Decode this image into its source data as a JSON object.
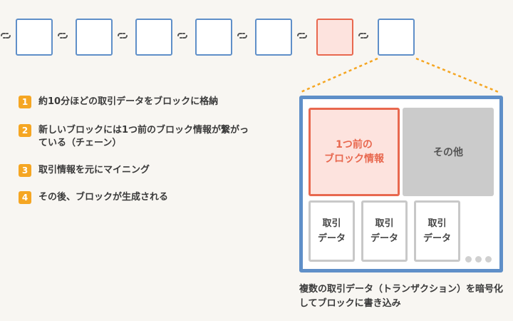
{
  "steps": [
    {
      "num": "1",
      "text": "約10分ほどの取引データをブロックに格納"
    },
    {
      "num": "2",
      "text": "新しいブロックには1つ前のブロック情報が繋がっている（チェーン）"
    },
    {
      "num": "3",
      "text": "取引情報を元にマイニング"
    },
    {
      "num": "4",
      "text": "その後、ブロックが生成される"
    }
  ],
  "detail": {
    "prev_block_line1": "1つ前の",
    "prev_block_line2": "ブロック情報",
    "other": "その他",
    "tx_boxes": [
      {
        "text": "取引\nデータ"
      },
      {
        "text": "取引\nデータ"
      },
      {
        "text": "取引\nデータ"
      }
    ]
  },
  "caption": "複数の取引データ（トランザクション）を暗号化してブロックに書き込み",
  "colors": {
    "block_border": "#5f8fc8",
    "highlight": "#e8684f",
    "highlight_fill": "#fde3de",
    "step_badge": "#f5a623",
    "zoom_line": "#f5a623"
  },
  "icons": {
    "chain_link": "chain-link-icon"
  }
}
